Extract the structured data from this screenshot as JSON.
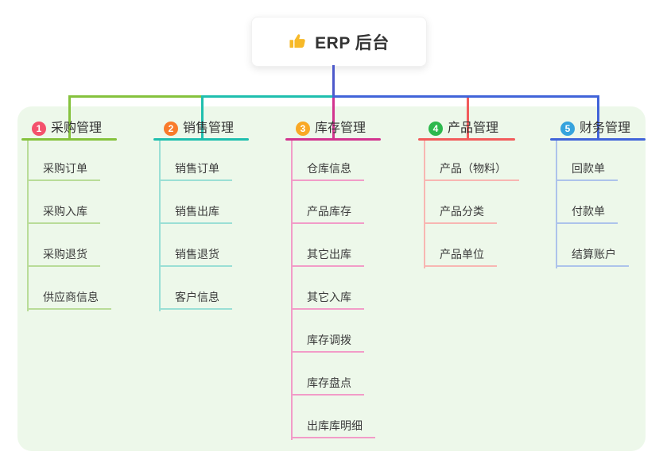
{
  "root": {
    "title": "ERP 后台",
    "icon": "thumbs-up-icon",
    "icon_color": "#f7b928",
    "line_color": "#4d59cb"
  },
  "panel": {
    "background": "#edf8ea"
  },
  "branches": [
    {
      "badge": "1",
      "label": "采购管理",
      "badge_color": "#f4516c",
      "line_color": "#85c23d",
      "child_line_color": "#b9dc98",
      "children": [
        "采购订单",
        "采购入库",
        "采购退货",
        "供应商信息"
      ]
    },
    {
      "badge": "2",
      "label": "销售管理",
      "badge_color": "#f97b2b",
      "line_color": "#1fbfae",
      "child_line_color": "#9adfd5",
      "children": [
        "销售订单",
        "销售出库",
        "销售退货",
        "客户信息"
      ]
    },
    {
      "badge": "3",
      "label": "库存管理",
      "badge_color": "#f9a825",
      "line_color": "#d2348f",
      "child_line_color": "#f29cc8",
      "children": [
        "仓库信息",
        "产品库存",
        "其它出库",
        "其它入库",
        "库存调拨",
        "库存盘点",
        "出库库明细"
      ]
    },
    {
      "badge": "4",
      "label": "产品管理",
      "badge_color": "#2db84d",
      "line_color": "#f25b5b",
      "child_line_color": "#f8b6b2",
      "children": [
        "产品（物料）",
        "产品分类",
        "产品单位"
      ]
    },
    {
      "badge": "5",
      "label": "财务管理",
      "badge_color": "#36a3dd",
      "line_color": "#4164d9",
      "child_line_color": "#adc3eb",
      "children": [
        "回款单",
        "付款单",
        "结算账户"
      ]
    }
  ]
}
